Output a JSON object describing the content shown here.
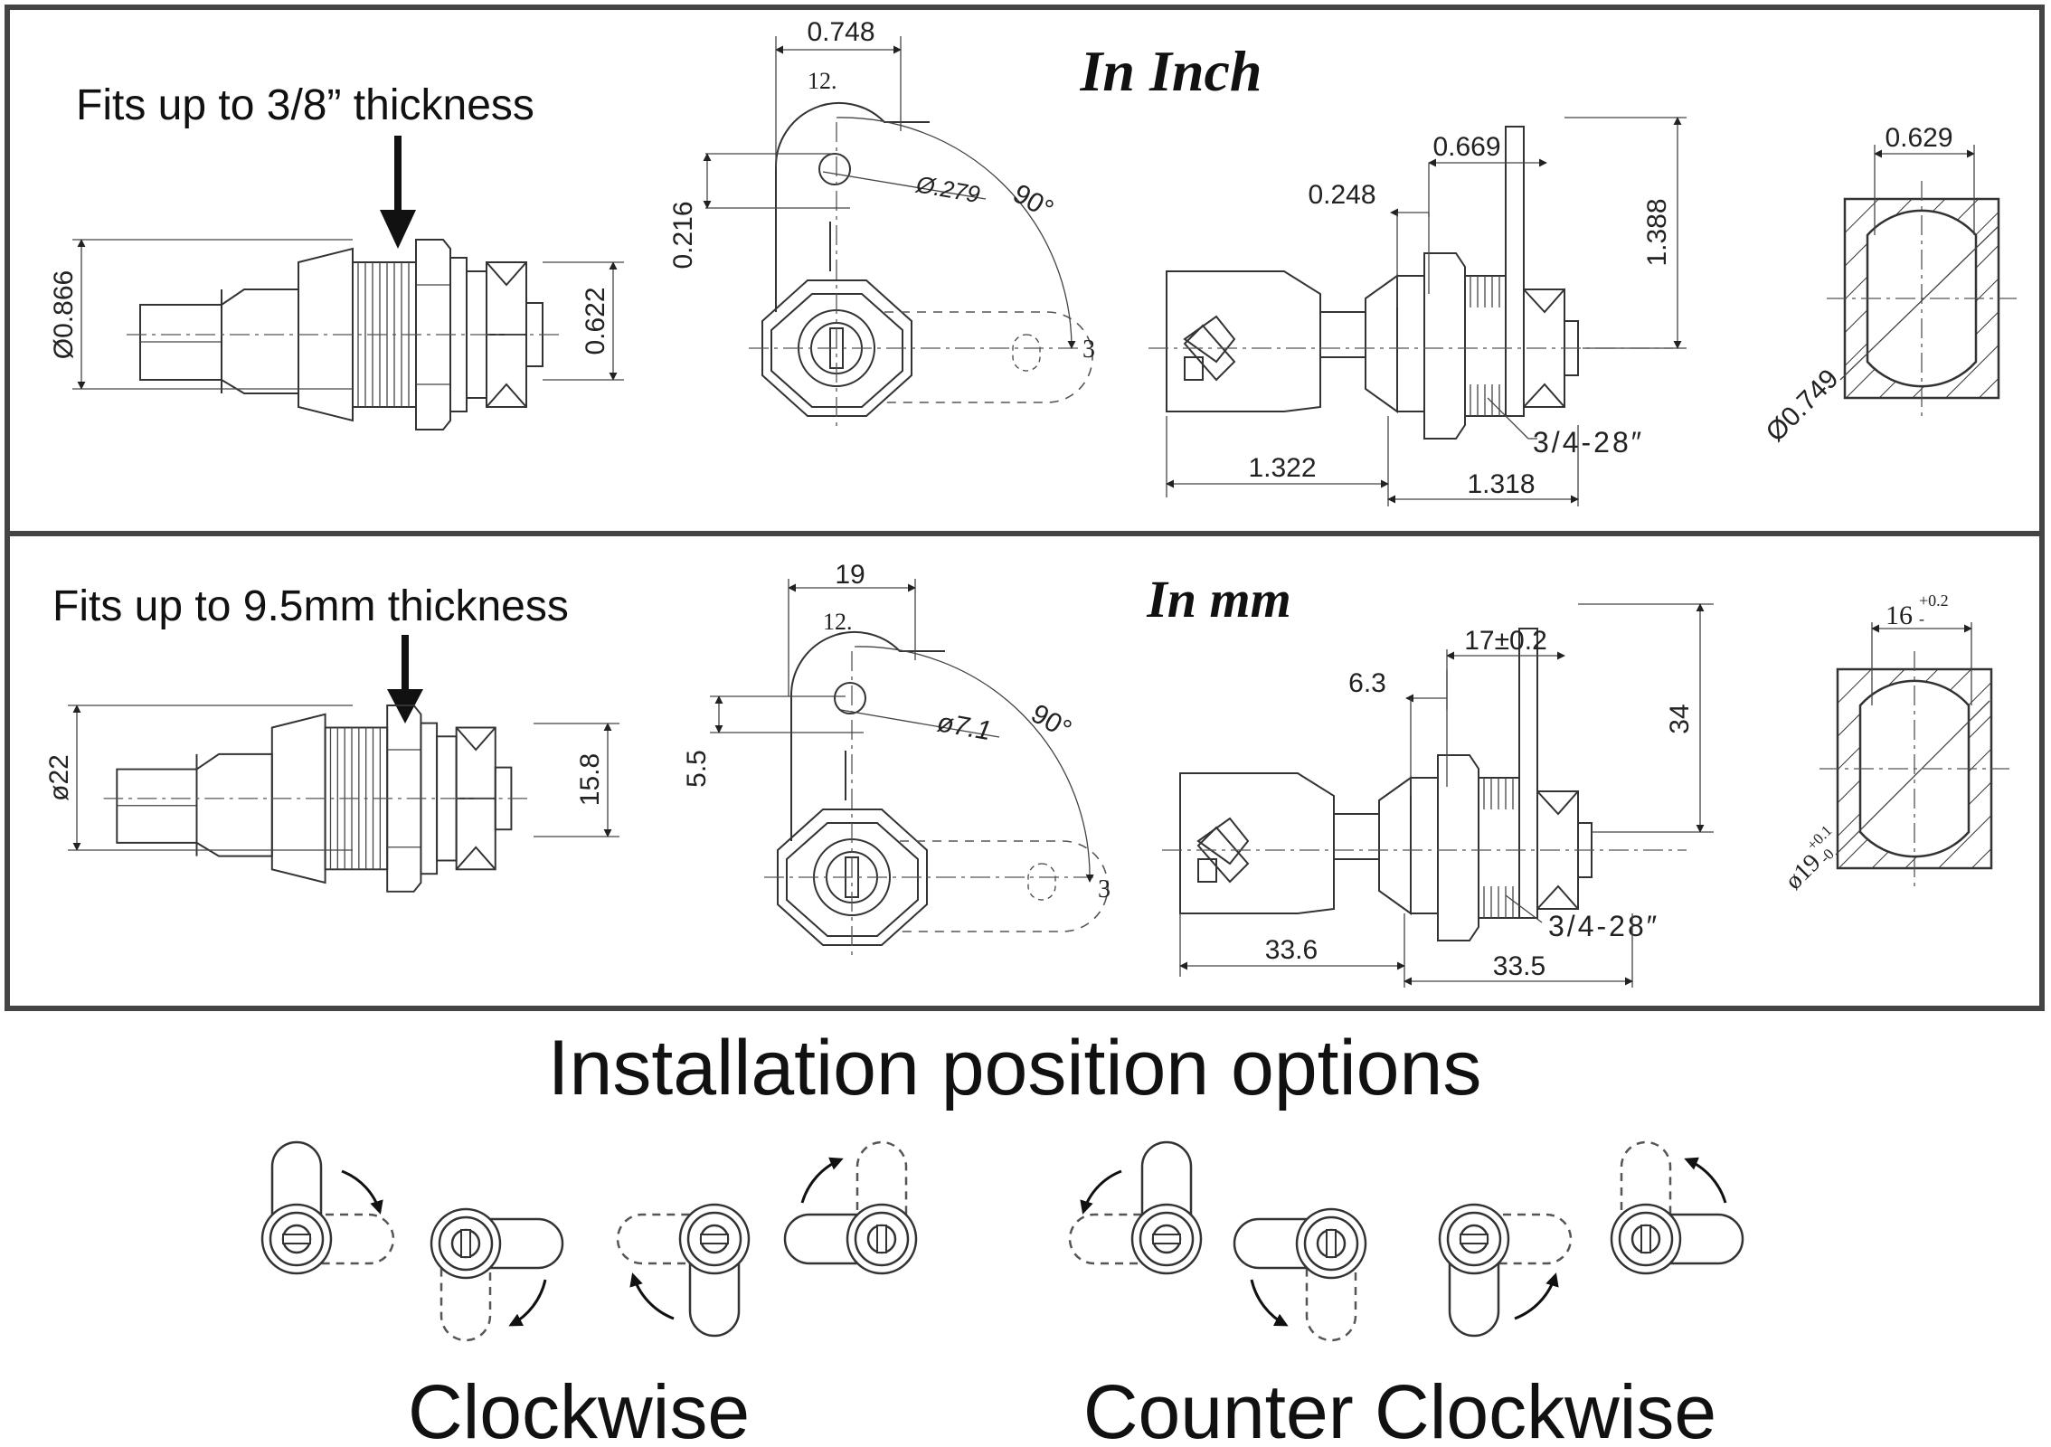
{
  "inch_panel": {
    "title": "In Inch",
    "fit_note": "Fits up to 3/8” thickness",
    "dims": {
      "diameter_body": "Ø0.866",
      "nut_height": "0.622",
      "cam_width": "0.748",
      "cam_label": "12.",
      "slot_offset": "0.216",
      "slot_dia": "Ø.279",
      "angle": "90°",
      "position_3": "3",
      "cam_offset": "0.248",
      "thread_len": "0.669",
      "cam_height": "1.388",
      "thread": "3/4-28″",
      "key_len": "1.322",
      "body_len": "1.318",
      "cutout_width": "0.629",
      "cutout_dia": "Ø0.749"
    }
  },
  "mm_panel": {
    "title": "In mm",
    "fit_note": "Fits up to 9.5mm thickness",
    "dims": {
      "diameter_body": "ø22",
      "nut_height": "15.8",
      "cam_width": "19",
      "cam_label": "12.",
      "slot_offset": "5.5",
      "slot_dia": "ø7.1",
      "angle": "90°",
      "position_3": "3",
      "cam_offset": "6.3",
      "thread_len": "17±0.2",
      "cam_height": "34",
      "thread": "3/4-28″",
      "key_len": "33.6",
      "body_len": "33.5",
      "cutout_width": "16",
      "cutout_width_tol": "+0.2",
      "cutout_width_tol2": "-",
      "cutout_dia": "ø19",
      "cutout_dia_tol": "+0.1",
      "cutout_dia_tol2": "-0"
    }
  },
  "installation": {
    "heading": "Installation position options",
    "clockwise_label": "Clockwise",
    "counter_clockwise_label": "Counter Clockwise"
  },
  "icons": [
    "lock-cam-icon",
    "rotation-arrow-icon",
    "down-arrow-icon"
  ]
}
